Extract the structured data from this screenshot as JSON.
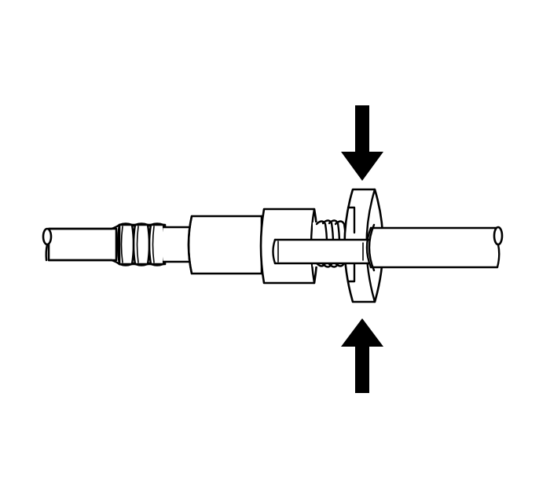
{
  "figure": {
    "type": "technical line illustration",
    "description": "Fuel/brake line quick-connect fitting: ridged male pipe end inserted into connector body with threaded collar; a retainer ring/disc at the joint is squeezed by two opposing arrows (press down from top, press up from bottom).",
    "background_color": "#ffffff",
    "line_color": "#000000"
  },
  "parts": {
    "left_pipe": {
      "label": "left-tube",
      "ridges": 3
    },
    "connector_body": {
      "label": "connector-sleeve"
    },
    "collar": {
      "label": "threaded-collar",
      "thread_turns": 4
    },
    "inner_rod": {
      "label": "inner-tube-insert"
    },
    "retainer_disc": {
      "label": "retainer-ring-with-tabs"
    },
    "right_pipe": {
      "label": "right-tube"
    }
  },
  "arrows": [
    {
      "name": "press-down-arrow",
      "direction": "down"
    },
    {
      "name": "press-up-arrow",
      "direction": "up"
    }
  ],
  "text": {
    "a11y_title": "Squeeze retainer ring to release quick-connect fitting"
  }
}
